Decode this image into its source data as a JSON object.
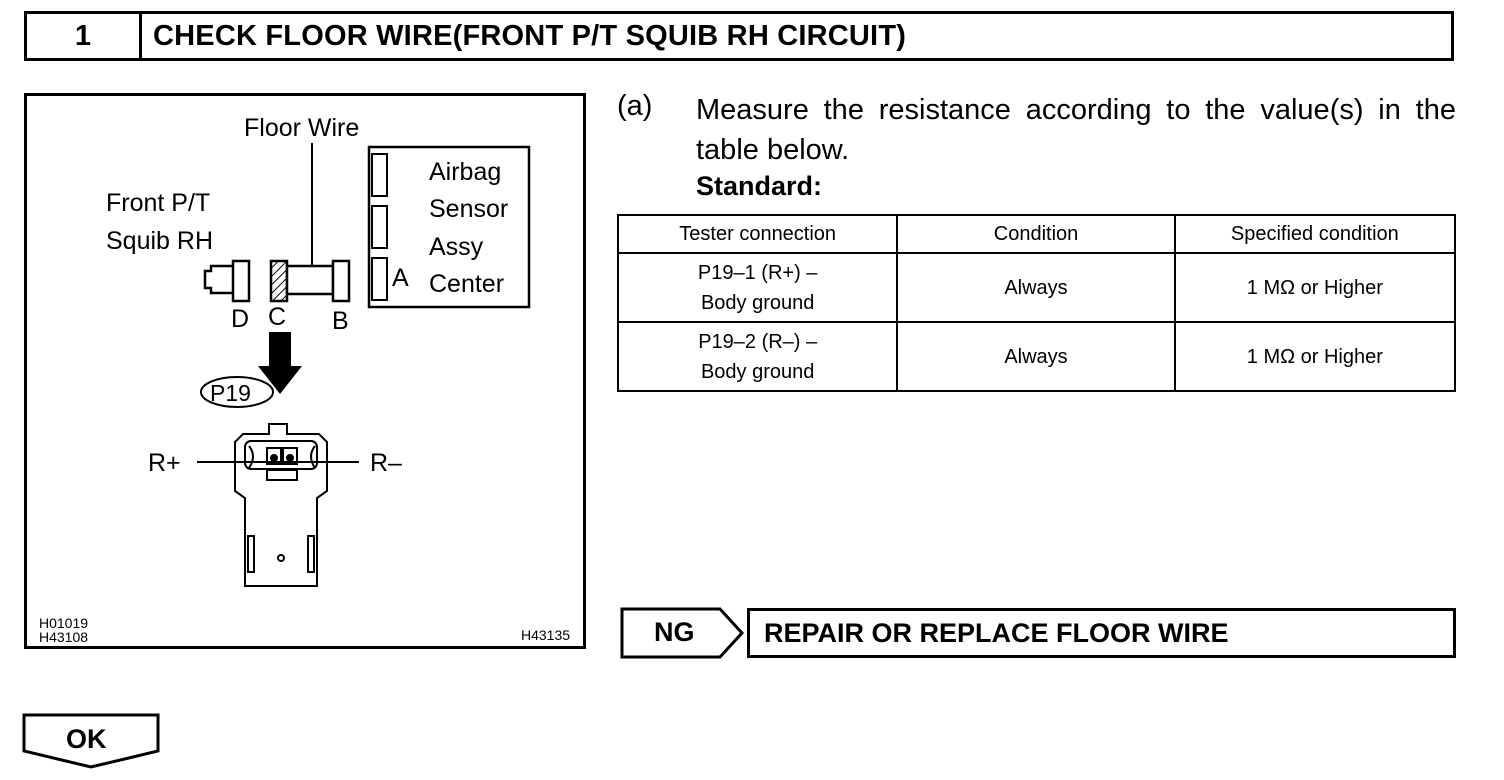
{
  "header": {
    "step_number": "1",
    "title": "CHECK FLOOR WIRE(FRONT P/T SQUIB RH CIRCUIT)"
  },
  "figure": {
    "labels": {
      "floor_wire": "Floor Wire",
      "airbag_line1": "Airbag",
      "airbag_line2": "Sensor",
      "airbag_line3": "Assy",
      "airbag_line4": "Center",
      "squib_line1": "Front P/T",
      "squib_line2": "Squib RH",
      "connector_a": "A",
      "connector_b": "B",
      "connector_c": "C",
      "connector_d": "D",
      "connector_id": "P19",
      "r_plus": "R+",
      "r_minus": "R–"
    },
    "ref_codes": {
      "left_line1": "H01019",
      "left_line2": "H43108",
      "right": "H43135"
    }
  },
  "step": {
    "marker": "(a)",
    "text": "Measure the resistance according to the value(s) in the table below.",
    "standard_label": "Standard:"
  },
  "table": {
    "headers": [
      "Tester connection",
      "Condition",
      "Specified condition"
    ],
    "rows": [
      {
        "connection_line1": "P19–1 (R+) –",
        "connection_line2": "Body ground",
        "condition": "Always",
        "specified": "1 MΩ or Higher"
      },
      {
        "connection_line1": "P19–2 (R–) –",
        "connection_line2": "Body ground",
        "condition": "Always",
        "specified": "1 MΩ or Higher"
      }
    ]
  },
  "results": {
    "ng_label": "NG",
    "ng_action": "REPAIR OR REPLACE FLOOR WIRE",
    "ok_label": "OK"
  }
}
